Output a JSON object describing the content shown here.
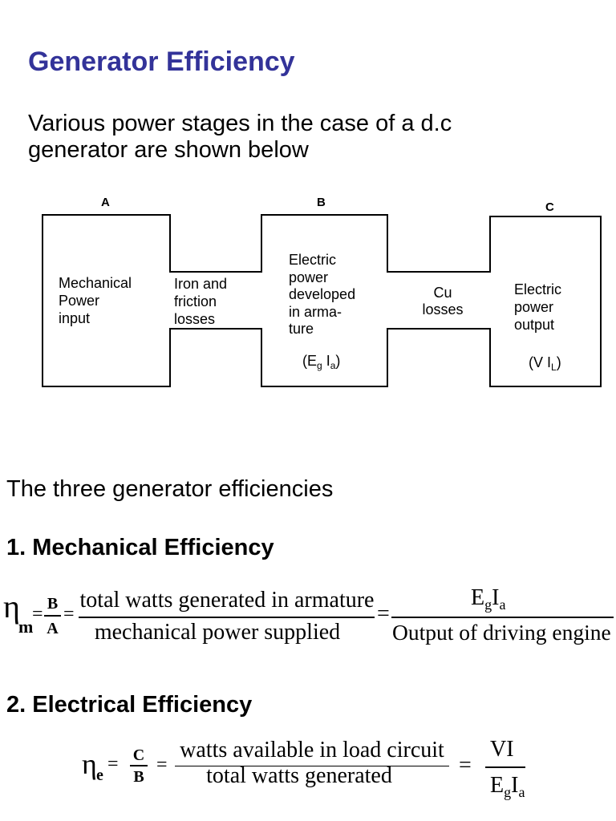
{
  "slide": {
    "title": "Generator Efficiency",
    "intro_lines": [
      "Various power stages in the case of a d.c",
      "generator are shown below"
    ]
  },
  "colors": {
    "title": "#333399"
  },
  "diagram": {
    "stages": [
      {
        "letter": "A",
        "lines": [
          "Mechanical",
          "Power",
          "input"
        ]
      },
      {
        "letter": "B",
        "lines": [
          "Electric",
          "power",
          "developed",
          "in arma-",
          "ture"
        ],
        "quantity": [
          "(E",
          "g",
          " I",
          "a",
          ")"
        ]
      },
      {
        "letter": "C",
        "lines": [
          "Electric",
          "power",
          "output"
        ],
        "quantity": [
          "(V I",
          "L",
          ")"
        ]
      }
    ],
    "losses": [
      {
        "lines": [
          "Iron and",
          "friction",
          "losses"
        ]
      },
      {
        "lines": [
          "Cu",
          "losses"
        ]
      }
    ]
  },
  "efficiencies_heading": "The three generator efficiencies",
  "sections": [
    {
      "heading": "1. Mechanical Efficiency",
      "formula": {
        "symbol": "η",
        "symbol_sub": "m",
        "equals": "=",
        "ratio": {
          "numerator": "B",
          "denominator": "A"
        },
        "words": {
          "numerator": "total watts generated in armature",
          "denominator": "mechanical power supplied"
        },
        "result": {
          "numerator": [
            {
              "base": "E",
              "sub": "g"
            },
            {
              "base": "I",
              "sub": "a"
            }
          ],
          "denominator": "Output of driving engine"
        }
      }
    },
    {
      "heading": "2. Electrical Efficiency",
      "formula": {
        "symbol": "η",
        "symbol_sub": "e",
        "equals": "=",
        "ratio": {
          "numerator": "C",
          "denominator": "B"
        },
        "words": {
          "numerator": "watts available in load circuit",
          "denominator": "total watts generated"
        },
        "result": {
          "numerator": "VI",
          "denominator": [
            {
              "base": "E",
              "sub": "g"
            },
            {
              "base": "I",
              "sub": "a"
            }
          ]
        }
      }
    }
  ]
}
